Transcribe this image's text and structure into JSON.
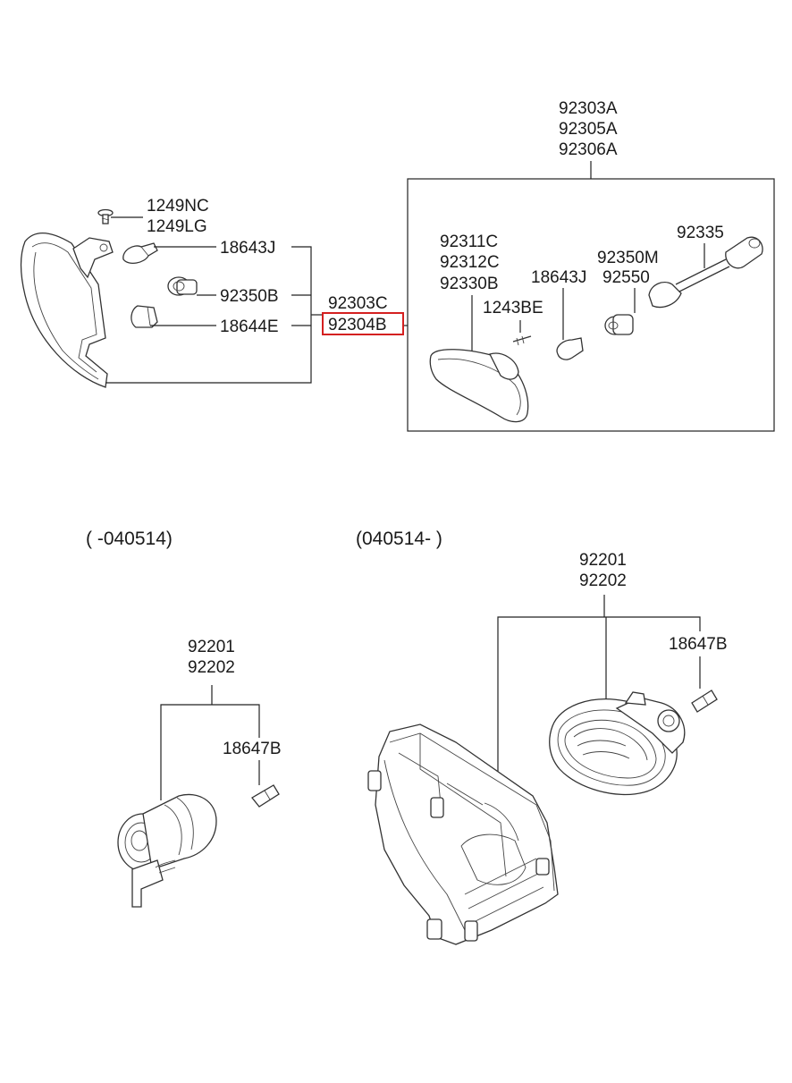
{
  "top_left_labels": [
    "1249NC",
    "1249LG",
    "18643J",
    "92350B",
    "18644E",
    "92303C",
    "92304B"
  ],
  "top_right_labels": [
    "92303A",
    "92305A",
    "92306A",
    "92311C",
    "92312C",
    "92330B",
    "1243BE",
    "18643J",
    "92350M",
    "92550",
    "92335"
  ],
  "bottom_left": {
    "range": "( -040514)",
    "labels": [
      "92201",
      "92202",
      "18647B"
    ]
  },
  "bottom_right": {
    "range": "(040514- )",
    "labels": [
      "92201",
      "92202",
      "18647B"
    ]
  },
  "colors": {
    "highlight": "#d42020",
    "line": "#222222"
  }
}
